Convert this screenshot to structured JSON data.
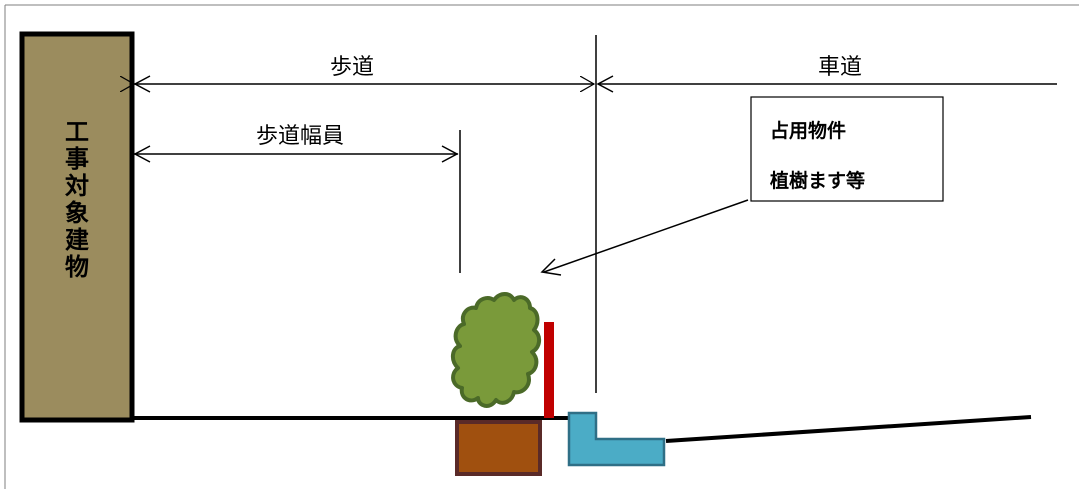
{
  "building": {
    "label_chars": [
      "工",
      "事",
      "対",
      "象",
      "建",
      "物"
    ],
    "fill": "#9b8c5e"
  },
  "dimensions": {
    "sidewalk": "歩道",
    "roadway": "車道",
    "sidewalk_width": "歩道幅員"
  },
  "callout": {
    "line1": "占用物件",
    "line2": "植樹ます等"
  },
  "colors": {
    "tree": "#7a9a3a",
    "tree_outline": "#4b6a28",
    "planter": "#a0500f",
    "planter_outline": "#5a2a28",
    "post": "#c00000",
    "curb": "#4bacc6",
    "curb_outline": "#2f6f86"
  }
}
